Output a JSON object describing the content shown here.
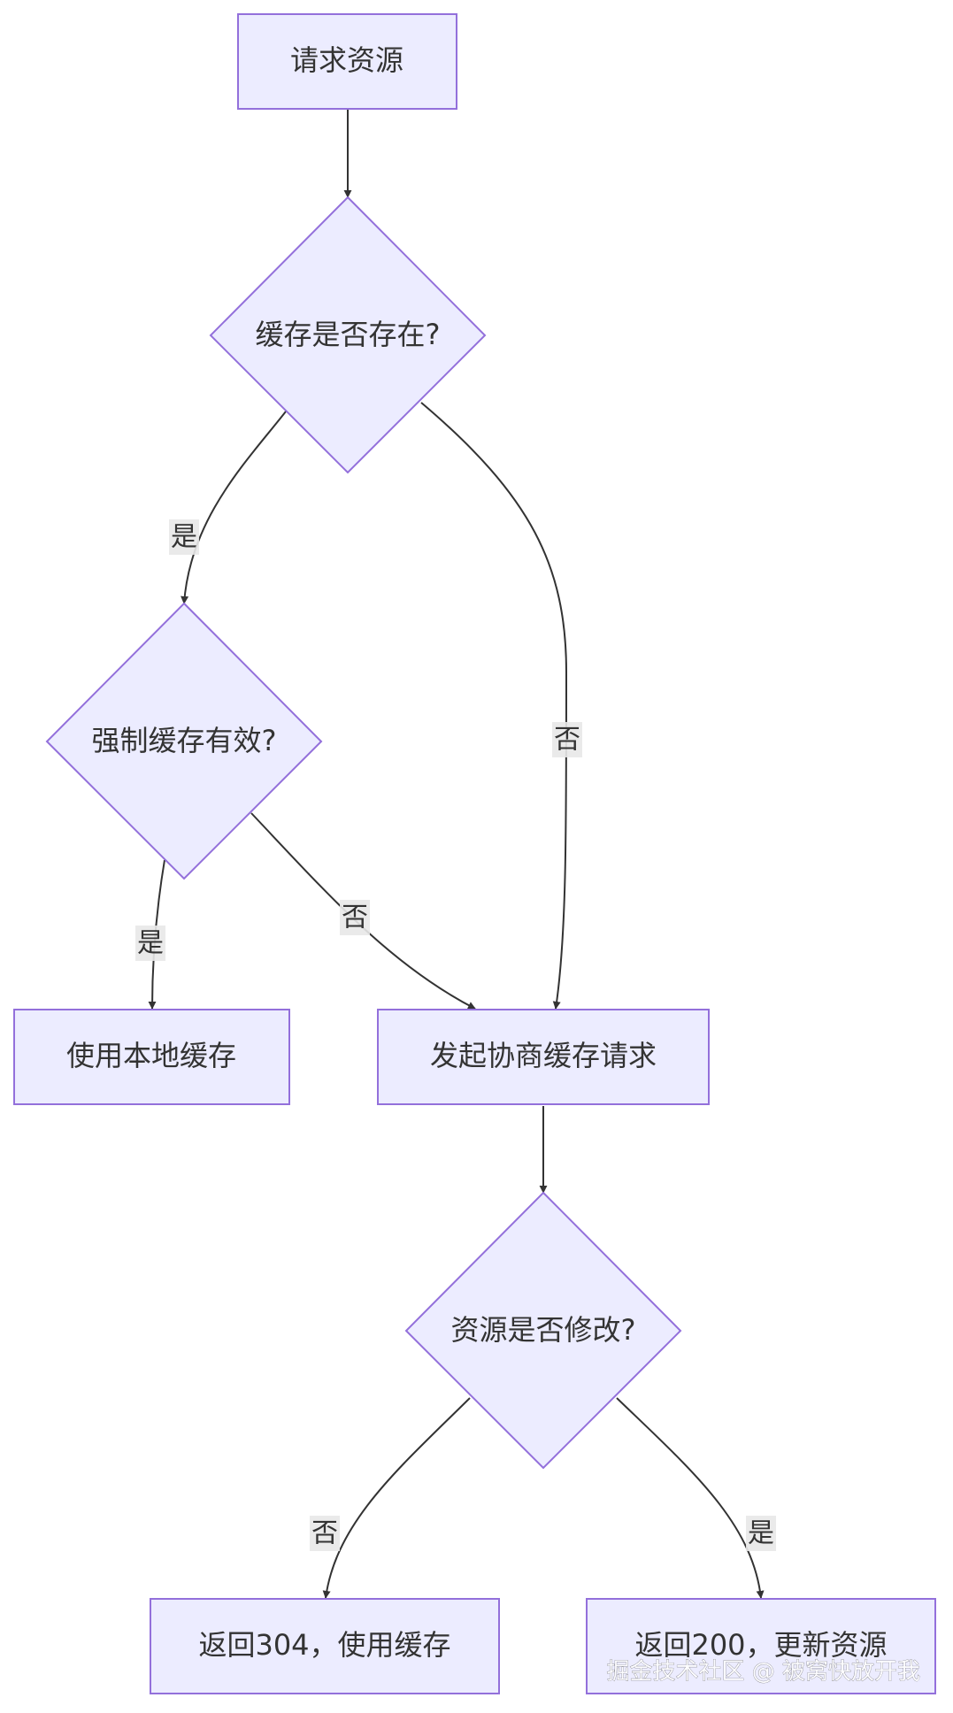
{
  "nodes": {
    "request_resource": "请求资源",
    "cache_exists": "缓存是否存在?",
    "strong_cache_valid": "强制缓存有效?",
    "use_local_cache": "使用本地缓存",
    "negotiate_request": "发起协商缓存请求",
    "resource_modified": "资源是否修改?",
    "return_304": "返回304，使用缓存",
    "return_200": "返回200，更新资源"
  },
  "edge_labels": {
    "cache_exists_yes": "是",
    "cache_exists_no": "否",
    "strong_cache_yes": "是",
    "strong_cache_no": "否",
    "modified_no": "否",
    "modified_yes": "是"
  },
  "watermark": "掘金技术社区 @ 被窝快放开我",
  "colors": {
    "node_fill": "#ECECFF",
    "node_stroke": "#9370DB",
    "edge": "#333333",
    "label_bg": "#e8e8e8"
  }
}
